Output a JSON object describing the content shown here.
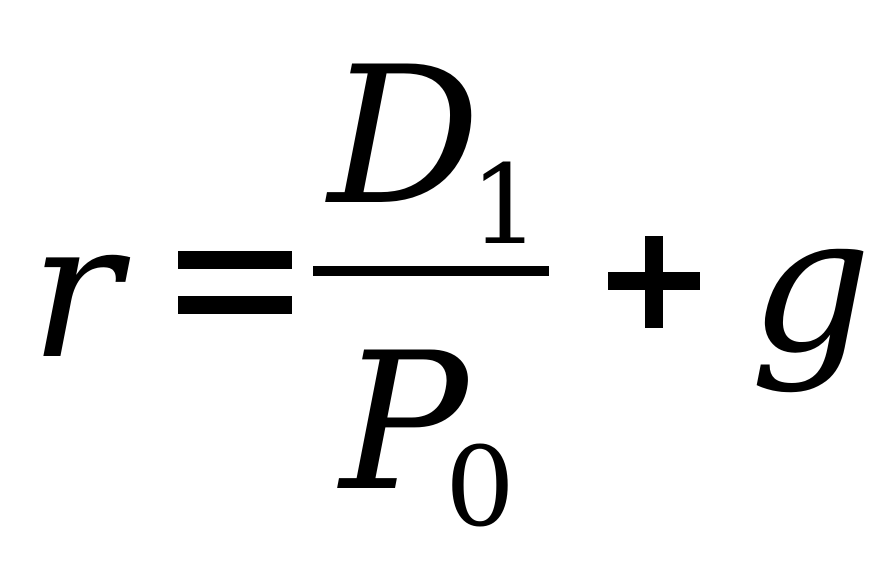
{
  "equation": {
    "lhs": "r",
    "numerator": "D",
    "numerator_subscript": "1",
    "denominator": "P",
    "denominator_subscript": "0",
    "addend": "g"
  }
}
